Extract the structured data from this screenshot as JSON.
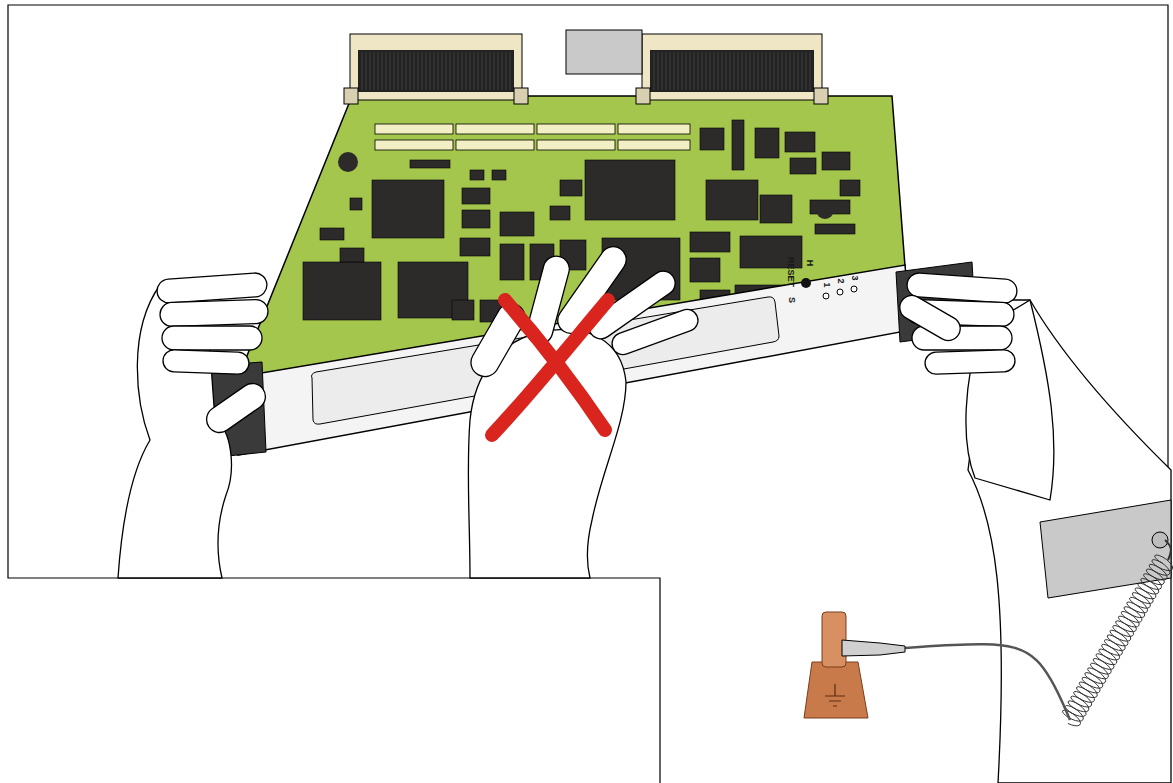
{
  "diagram": {
    "labels": [
      "RESET",
      "S",
      "H",
      "1",
      "2",
      "3"
    ]
  }
}
